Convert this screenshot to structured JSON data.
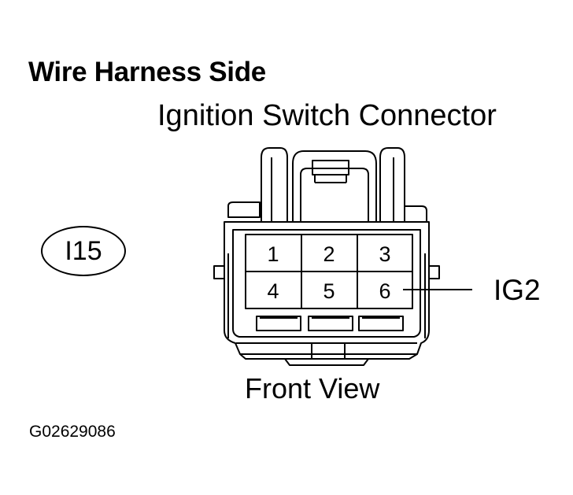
{
  "diagram": {
    "heading": "Wire Harness Side",
    "connector_title": "Ignition Switch Connector",
    "connector_code": "I15",
    "view_label": "Front View",
    "figure_code": "G02629086",
    "pins": {
      "pin1": "1",
      "pin2": "2",
      "pin3": "3",
      "pin4": "4",
      "pin5": "5",
      "pin6": "6"
    },
    "signal_label": "IG2"
  }
}
